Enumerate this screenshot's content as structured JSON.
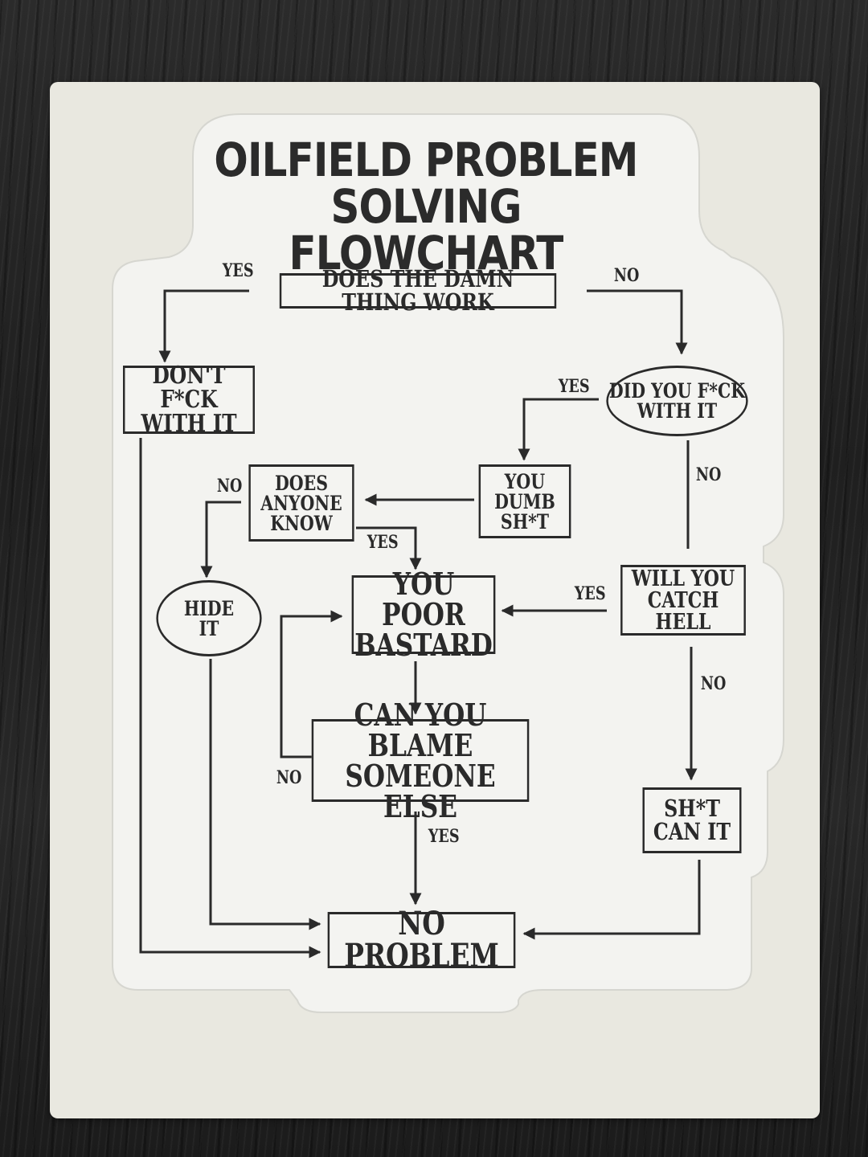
{
  "title": "OILFIELD PROBLEM\nSOLVING FLOWCHART",
  "nodes": {
    "works": "DOES THE DAMN THING WORK",
    "dont_fck": "DON'T F*CK\nWITH IT",
    "did_you_fck": "DID YOU F*CK\nWITH IT",
    "dumb": "YOU\nDUMB\nSH*T",
    "anyone_know": "DOES\nANYONE\nKNOW",
    "hide": "HIDE\nIT",
    "poor": "YOU POOR\nBASTARD",
    "catch_hell": "WILL YOU\nCATCH HELL",
    "blame": "CAN YOU BLAME\nSOMEONE ELSE",
    "can_it": "SH*T\nCAN IT",
    "no_problem": "NO PROBLEM"
  },
  "labels": {
    "works_yes": "YES",
    "works_no": "NO",
    "did_yes": "YES",
    "did_no": "NO",
    "know_no": "NO",
    "know_yes": "YES",
    "hell_yes": "YES",
    "hell_no": "NO",
    "blame_no": "NO",
    "blame_yes": "YES"
  }
}
